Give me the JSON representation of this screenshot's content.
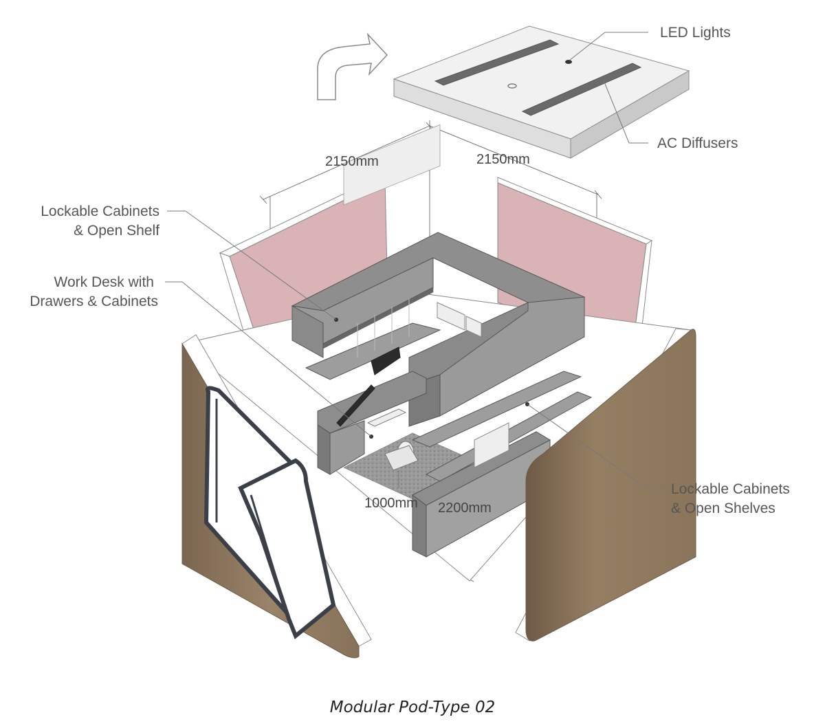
{
  "labels": {
    "led_lights": "LED Lights",
    "ac_diffusers": "AC Diffusers",
    "upper_cabinets_l1": "Lockable Cabinets",
    "upper_cabinets_l2": "& Open Shelf",
    "work_desk_l1": "Work Desk with",
    "work_desk_l2": "Drawers & Cabinets",
    "lower_cabinets_l1": "Lockable Cabinets",
    "lower_cabinets_l2": "& Open Shelves"
  },
  "dimensions": {
    "width_left": "2150mm",
    "width_right": "2150mm",
    "desk_depth": "1000mm",
    "height": "2200mm"
  },
  "caption": "Modular Pod-Type 02",
  "colors": {
    "wall_pink": "#d9b3b6",
    "wood_panel": "#8c7559",
    "cabinet_grey": "#8e8e8e",
    "ceiling_white": "#eeeeee",
    "door_frame": "#3b4048"
  }
}
